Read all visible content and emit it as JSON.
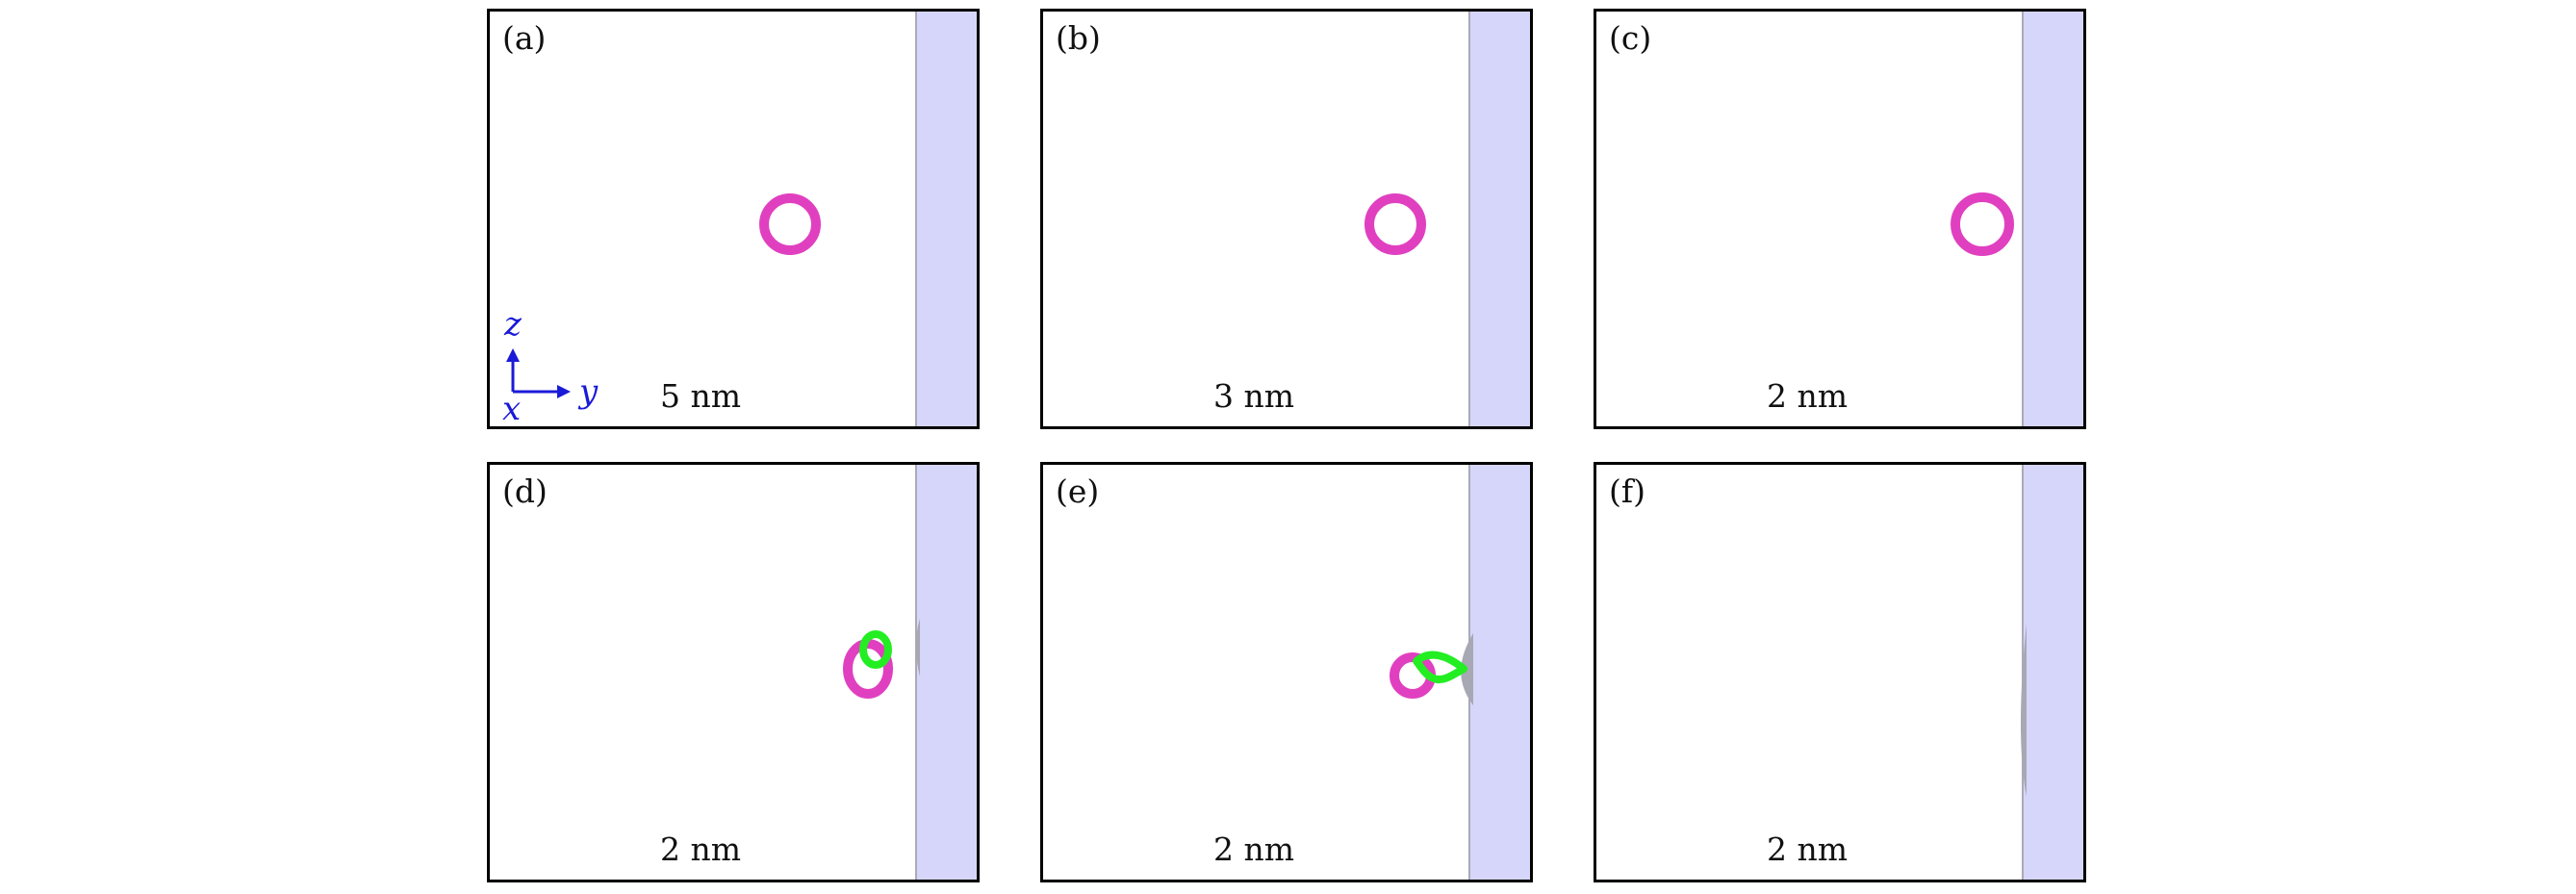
{
  "panels": [
    {
      "label": "(a)",
      "distance": "5 nm"
    },
    {
      "label": "(b)",
      "distance": "3 nm"
    },
    {
      "label": "(c)",
      "distance": "2 nm"
    },
    {
      "label": "(d)",
      "distance": "2 nm"
    },
    {
      "label": "(e)",
      "distance": "2 nm"
    },
    {
      "label": "(f)",
      "distance": "2 nm"
    }
  ],
  "axes": {
    "z": "z",
    "y": "y",
    "x": "x"
  },
  "colors": {
    "ring": "#e040c0",
    "green": "#22ee22",
    "slab": "#d6d6fa",
    "axis": "#1a1ad8"
  }
}
